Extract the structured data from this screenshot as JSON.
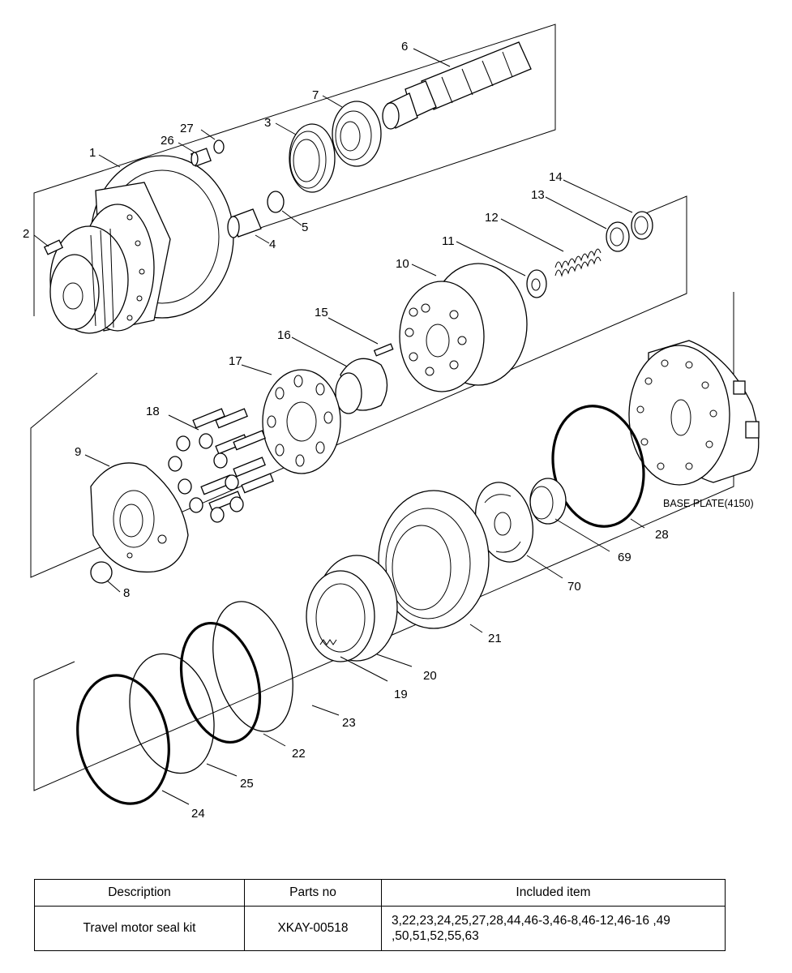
{
  "labels": {
    "l1": "1",
    "l2": "2",
    "l3": "3",
    "l4": "4",
    "l5": "5",
    "l6": "6",
    "l7": "7",
    "l8": "8",
    "l9": "9",
    "l10": "10",
    "l11": "11",
    "l12": "12",
    "l13": "13",
    "l14": "14",
    "l15": "15",
    "l16": "16",
    "l17": "17",
    "l18": "18",
    "l19": "19",
    "l20": "20",
    "l21": "21",
    "l22": "22",
    "l23": "23",
    "l24": "24",
    "l25": "25",
    "l26": "26",
    "l27": "27",
    "l28": "28",
    "l69": "69",
    "l70": "70",
    "base_plate": "BASE PLATE(4150)"
  },
  "table": {
    "headers": [
      "Description",
      "Parts no",
      "Included item"
    ],
    "rows": [
      {
        "description": "Travel motor seal kit",
        "parts_no": "XKAY-00518",
        "included_line1": "3,22,23,24,25,27,28,44,46-3,46-8,46-12,46-16 ,49",
        "included_line2": ",50,51,52,55,63"
      }
    ]
  }
}
